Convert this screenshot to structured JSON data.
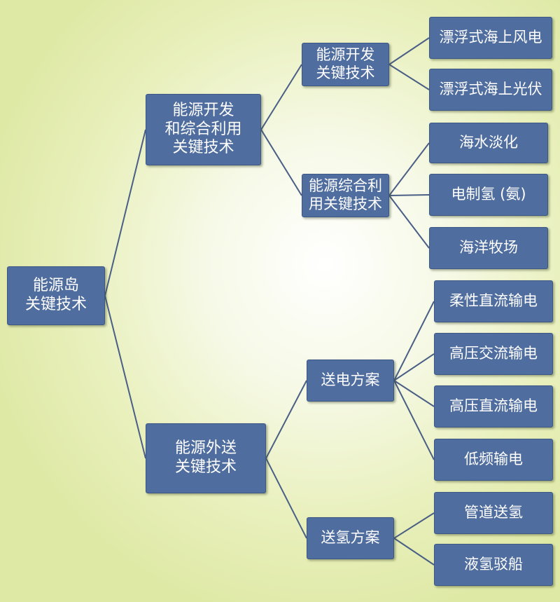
{
  "diagram": {
    "root": "能源岛\n关键技术",
    "branches": [
      {
        "label": "能源开发\n和综合利用\n关键技术",
        "groups": [
          {
            "label": "能源开发\n关键技术",
            "items": [
              "漂浮式海上风电",
              "漂浮式海上光伏"
            ]
          },
          {
            "label": "能源综合利\n用关键技术",
            "items": [
              "海水淡化",
              "电制氢 (氨)",
              "海洋牧场"
            ]
          }
        ]
      },
      {
        "label": "能源外送\n关键技术",
        "groups": [
          {
            "label": "送电方案",
            "items": [
              "柔性直流输电",
              "高压交流输电",
              "高压直流输电",
              "低频输电"
            ]
          },
          {
            "label": "送氢方案",
            "items": [
              "管道送氢",
              "液氢驳船"
            ]
          }
        ]
      }
    ]
  },
  "colors": {
    "node_fill": "#4f6d9e",
    "node_text": "#ffffff",
    "connector": "#4a5f86"
  }
}
